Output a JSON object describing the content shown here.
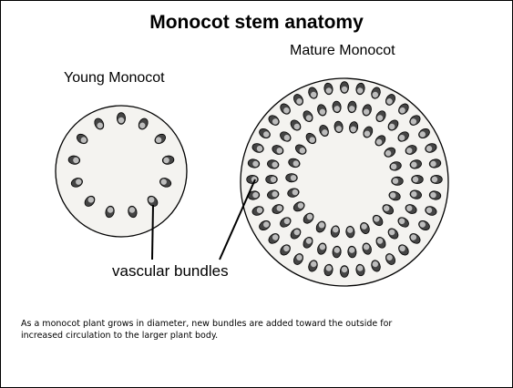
{
  "title": "Monocot stem anatomy",
  "young_label": "Young Monocot",
  "mature_label": "Mature Monocot",
  "bundles_label": "vascular bundles",
  "caption_line1": "As a monocot plant grows in diameter, new bundles are added toward the outside for",
  "caption_line2": "increased circulation to the larger plant body.",
  "colors": {
    "stem_fill": "#f4f3f0",
    "bundle_dark": "#444444",
    "bundle_light": "#bdbdbd",
    "outline": "#000000"
  }
}
